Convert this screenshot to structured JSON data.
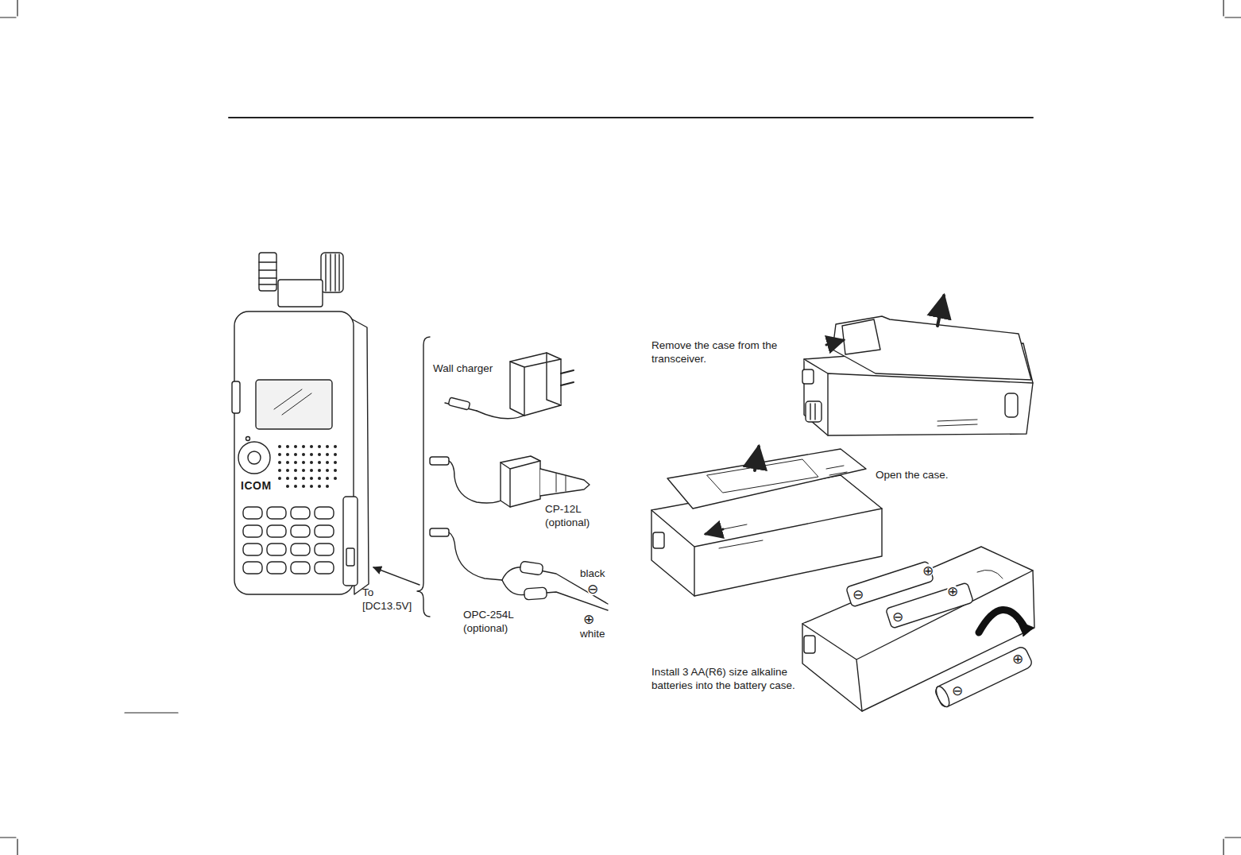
{
  "diagram": {
    "labels": [
      "Wall charger",
      "CP-12L (optional)",
      "OPC-254L (optional)",
      "black",
      "⊖",
      "⊕",
      "white",
      "To [DC13.5V]",
      "ICOM",
      "Remove the case from the transceiver.",
      "Open the case.",
      "⊕",
      "⊖",
      "⊕",
      "⊖",
      "Install 3 AA(R6) size alkaline batteries into the battery case.",
      "⊕",
      "⊖"
    ]
  }
}
